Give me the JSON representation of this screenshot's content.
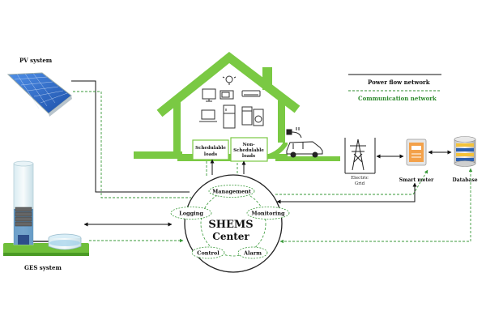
{
  "legend": {
    "power": "Power flow network",
    "comm": "Communication network",
    "power_color": "#111111",
    "comm_color": "#2e8b2e"
  },
  "labels": {
    "pv": "PV system",
    "ges": "GES system",
    "sched_1": "Schedulable",
    "sched_2": "loads",
    "nonsched_1": "Non-",
    "nonsched_2": "Schedulable",
    "nonsched_3": "loads",
    "grid_1": "Electric",
    "grid_2": "Grid",
    "meter": "Smart meter",
    "database": "Database"
  },
  "center": {
    "title_1": "SHEMS",
    "title_2": "Center",
    "management": "Management",
    "logging": "Logging",
    "monitoring": "Monitoring",
    "control": "Control",
    "alarm": "Alarm"
  },
  "icons": {
    "pv_panel": "solar-panel-icon",
    "ges": "gravity-energy-storage-icon",
    "house": "house-outline-icon",
    "car": "electric-car-icon",
    "tower": "transmission-tower-icon",
    "meter": "smart-meter-icon",
    "db": "database-icon"
  },
  "colors": {
    "house_green": "#7ac943",
    "flow_green": "#3a9a3a",
    "panel_blue": "#2a67c9",
    "water_blue": "#bfe3f5"
  }
}
